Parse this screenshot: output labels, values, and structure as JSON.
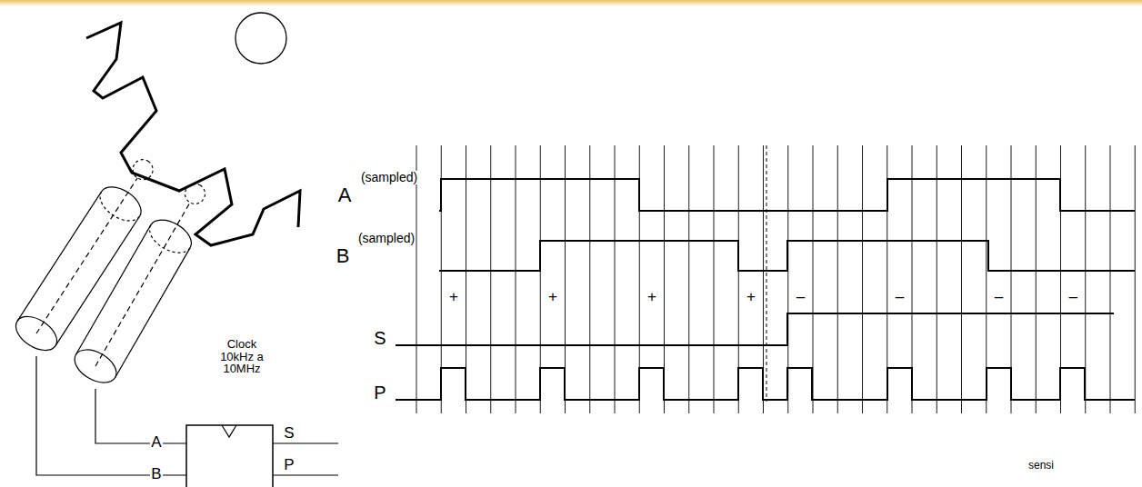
{
  "diagram": {
    "labels": [
      "A",
      "(sampled)",
      "B",
      "(sampled)",
      "S",
      "P",
      "+",
      "+",
      "+",
      "+",
      "–",
      "–",
      "–",
      "–",
      "Clock 10kHz a 10MHz",
      "A",
      "B",
      "S",
      "P",
      "sensi"
    ]
  }
}
